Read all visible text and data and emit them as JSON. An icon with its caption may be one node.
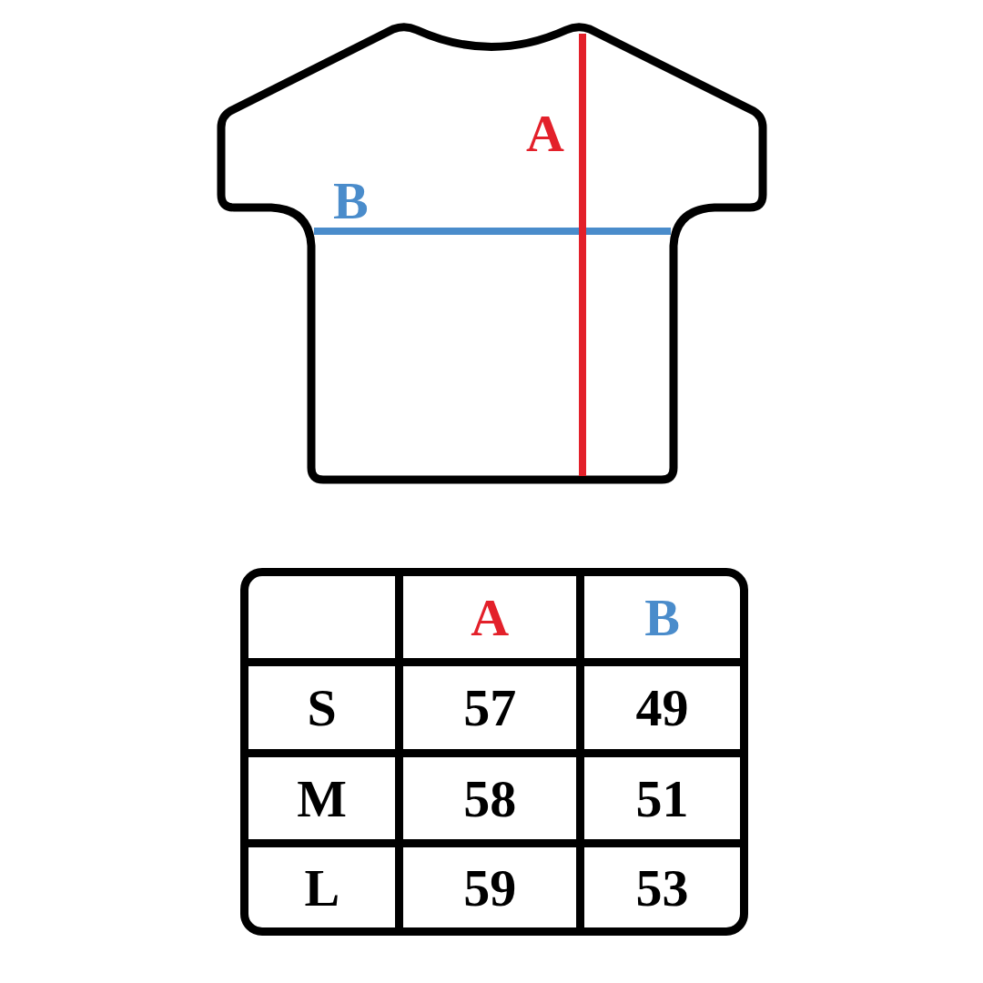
{
  "diagram": {
    "labels": [
      "A",
      "B",
      "A",
      "B",
      "S",
      "57",
      "49",
      "M",
      "58",
      "51",
      "L",
      "59",
      "53"
    ]
  }
}
